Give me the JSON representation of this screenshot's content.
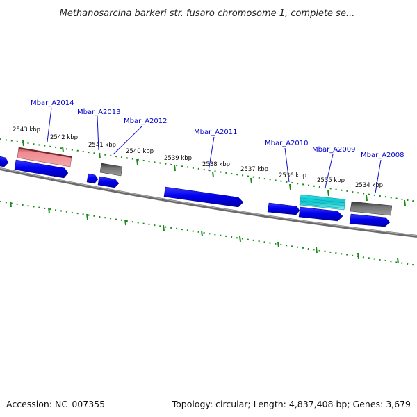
{
  "title": "Methanosarcina barkeri str. fusaro chromosome 1, complete se...",
  "footer": {
    "accession": "Accession: NC_007355",
    "summary": "Topology: circular; Length: 4,837,408 bp; Genes: 3,679"
  },
  "ruler": {
    "ticks": [
      "2543 kbp",
      "2542 kbp",
      "2541 kbp",
      "2540 kbp",
      "2539 kbp",
      "2538 kbp",
      "2537 kbp",
      "2536 kbp",
      "2535 kbp",
      "2534 kbp"
    ]
  },
  "genes": {
    "labels": [
      "Mbar_A2014",
      "Mbar_A2013",
      "Mbar_A2012",
      "Mbar_A2011",
      "Mbar_A2010",
      "Mbar_A2009",
      "Mbar_A2008"
    ]
  },
  "colors": {
    "cds": "#0a0aee",
    "rrna_pink": "#e86a72",
    "misc_gray": "#606060",
    "trna_cyan": "#1fd0d8",
    "backbone": "#7a7a7a",
    "ruler_dots": "#1a8a1a",
    "label": "#0000cc"
  }
}
